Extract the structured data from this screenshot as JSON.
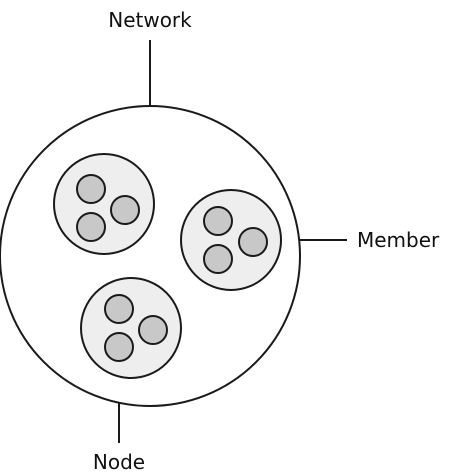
{
  "labels": {
    "network": "Network",
    "member": "Member",
    "node": "Node"
  },
  "members": [
    {
      "nodes": 3
    },
    {
      "nodes": 3
    },
    {
      "nodes": 3
    }
  ],
  "colors": {
    "network_fill": "#ffffff",
    "member_fill": "#eeeeee",
    "node_fill": "#c8c8c8",
    "stroke": "#1a1a1a"
  }
}
